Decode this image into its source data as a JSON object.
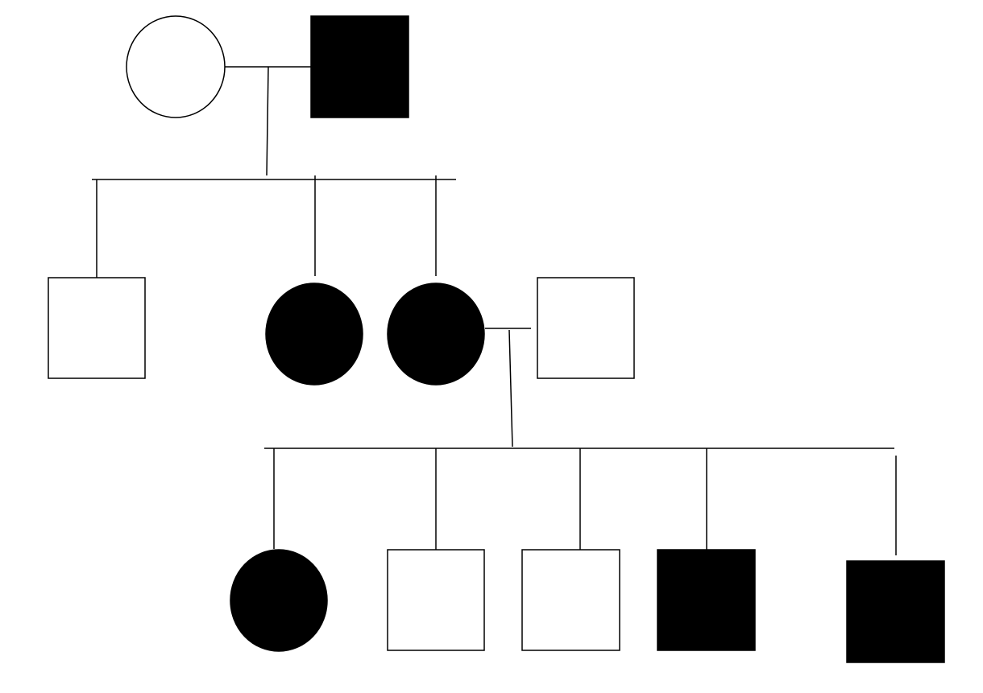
{
  "diagram": {
    "type": "pedigree",
    "colors": {
      "affected": "#000000",
      "unaffected": "#ffffff",
      "line": "#000000",
      "background": "#ffffff"
    },
    "generations": [
      {
        "generation": 1,
        "individuals": [
          {
            "id": "g1-mother",
            "sex": "female",
            "affected": false
          },
          {
            "id": "g1-father",
            "sex": "male",
            "affected": true
          }
        ]
      },
      {
        "generation": 2,
        "individuals": [
          {
            "id": "g2-son",
            "sex": "male",
            "affected": false
          },
          {
            "id": "g2-daughter-1",
            "sex": "female",
            "affected": true
          },
          {
            "id": "g2-daughter-2",
            "sex": "female",
            "affected": true
          },
          {
            "id": "g2-spouse",
            "sex": "male",
            "affected": false
          }
        ]
      },
      {
        "generation": 3,
        "individuals": [
          {
            "id": "g3-daughter",
            "sex": "female",
            "affected": true
          },
          {
            "id": "g3-son-1",
            "sex": "male",
            "affected": false
          },
          {
            "id": "g3-son-2",
            "sex": "male",
            "affected": false
          },
          {
            "id": "g3-son-3",
            "sex": "male",
            "affected": true
          },
          {
            "id": "g3-son-4",
            "sex": "male",
            "affected": true
          }
        ]
      }
    ]
  }
}
